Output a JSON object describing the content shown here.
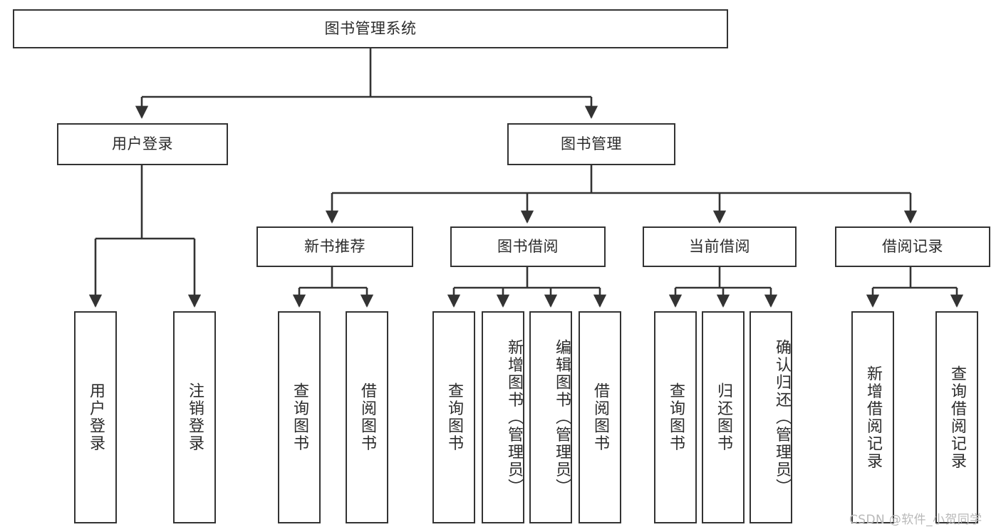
{
  "diagram": {
    "type": "tree",
    "title": "图书管理系统",
    "orientation": "top-down",
    "colors": {
      "box_border": "#333333",
      "box_fill": "#ffffff",
      "connector": "#333333",
      "text": "#2b2b2b",
      "watermark": "#b8b8b8"
    },
    "root": {
      "label": "图书管理系统"
    },
    "level1": [
      {
        "label": "用户登录"
      },
      {
        "label": "图书管理"
      }
    ],
    "level2": [
      {
        "label": "新书推荐"
      },
      {
        "label": "图书借阅"
      },
      {
        "label": "当前借阅"
      },
      {
        "label": "借阅记录"
      }
    ],
    "leaves": {
      "user_login": [
        {
          "label": "用户登录"
        },
        {
          "label": "注销登录"
        }
      ],
      "new_book_recommend": [
        {
          "label": "查询图书"
        },
        {
          "label": "借阅图书"
        }
      ],
      "book_borrow": [
        {
          "label": "查询图书"
        },
        {
          "label": "新增图书（管理员）"
        },
        {
          "label": "编辑图书（管理员）"
        },
        {
          "label": "借阅图书"
        }
      ],
      "current_borrow": [
        {
          "label": "查询图书"
        },
        {
          "label": "归还图书"
        },
        {
          "label": "确认归还（管理员）"
        }
      ],
      "borrow_record": [
        {
          "label": "新增借阅记录"
        },
        {
          "label": "查询借阅记录"
        }
      ]
    },
    "watermark": "CSDN @软件_小贺同学"
  }
}
